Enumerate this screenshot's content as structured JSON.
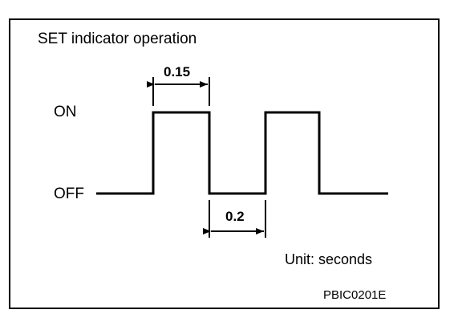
{
  "title": "SET indicator operation",
  "states": {
    "on": "ON",
    "off": "OFF"
  },
  "dimensions": {
    "high_duration": "0.15",
    "low_duration": "0.2"
  },
  "unit": "Unit: seconds",
  "figure_code": "PBIC0201E",
  "colors": {
    "line": "#000000",
    "background": "#ffffff"
  }
}
